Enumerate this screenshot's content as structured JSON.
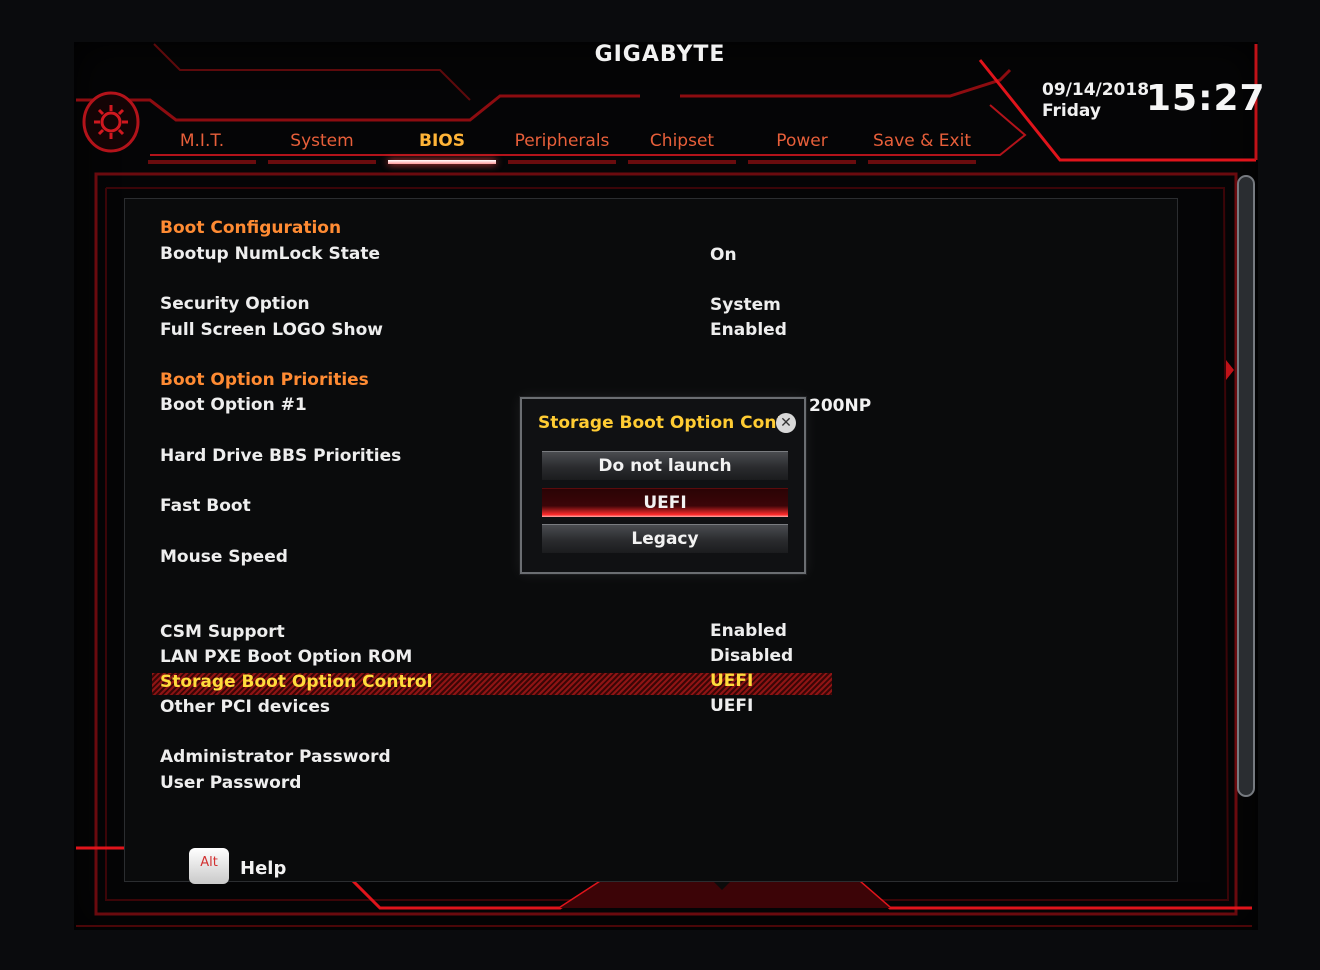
{
  "brand": "GIGABYTE",
  "tabs": [
    {
      "label": "M.I.T."
    },
    {
      "label": "System"
    },
    {
      "label": "BIOS"
    },
    {
      "label": "Peripherals"
    },
    {
      "label": "Chipset"
    },
    {
      "label": "Power"
    },
    {
      "label": "Save & Exit"
    }
  ],
  "active_tab": "BIOS",
  "datetime": {
    "date": "09/14/2018",
    "day": "Friday",
    "time": "15:27"
  },
  "settings": {
    "boot_configuration": "Boot Configuration",
    "bootup_numlock": {
      "label": "Bootup NumLock State",
      "value": "On"
    },
    "security_option": {
      "label": "Security Option",
      "value": "System"
    },
    "full_screen_logo": {
      "label": "Full Screen LOGO Show",
      "value": "Enabled"
    },
    "boot_option_priorities": "Boot Option Priorities",
    "boot_option_1": {
      "label": "Boot Option #1",
      "value_visible": "200NP"
    },
    "hdd_bbs": {
      "label": "Hard Drive BBS Priorities"
    },
    "fast_boot": {
      "label": "Fast Boot"
    },
    "mouse_speed": {
      "label": "Mouse Speed"
    },
    "csm_support": {
      "label": "CSM Support",
      "value": "Enabled"
    },
    "lan_pxe": {
      "label": "LAN PXE Boot Option ROM",
      "value": "Disabled"
    },
    "storage_boot": {
      "label": "Storage Boot Option Control",
      "value": "UEFI"
    },
    "other_pci": {
      "label": "Other PCI devices",
      "value": "UEFI"
    },
    "admin_password": {
      "label": "Administrator Password"
    },
    "user_password": {
      "label": "User Password"
    }
  },
  "popup": {
    "title": "Storage Boot Option Contr",
    "close_glyph": "✕",
    "options": [
      "Do not launch",
      "UEFI",
      "Legacy"
    ],
    "selected": "UEFI"
  },
  "footer": {
    "key": "Alt",
    "label": "Help"
  },
  "colors": {
    "accent_red": "#e0141b",
    "section_orange": "#ff8b33",
    "highlight_yellow": "#ffdc3c"
  }
}
